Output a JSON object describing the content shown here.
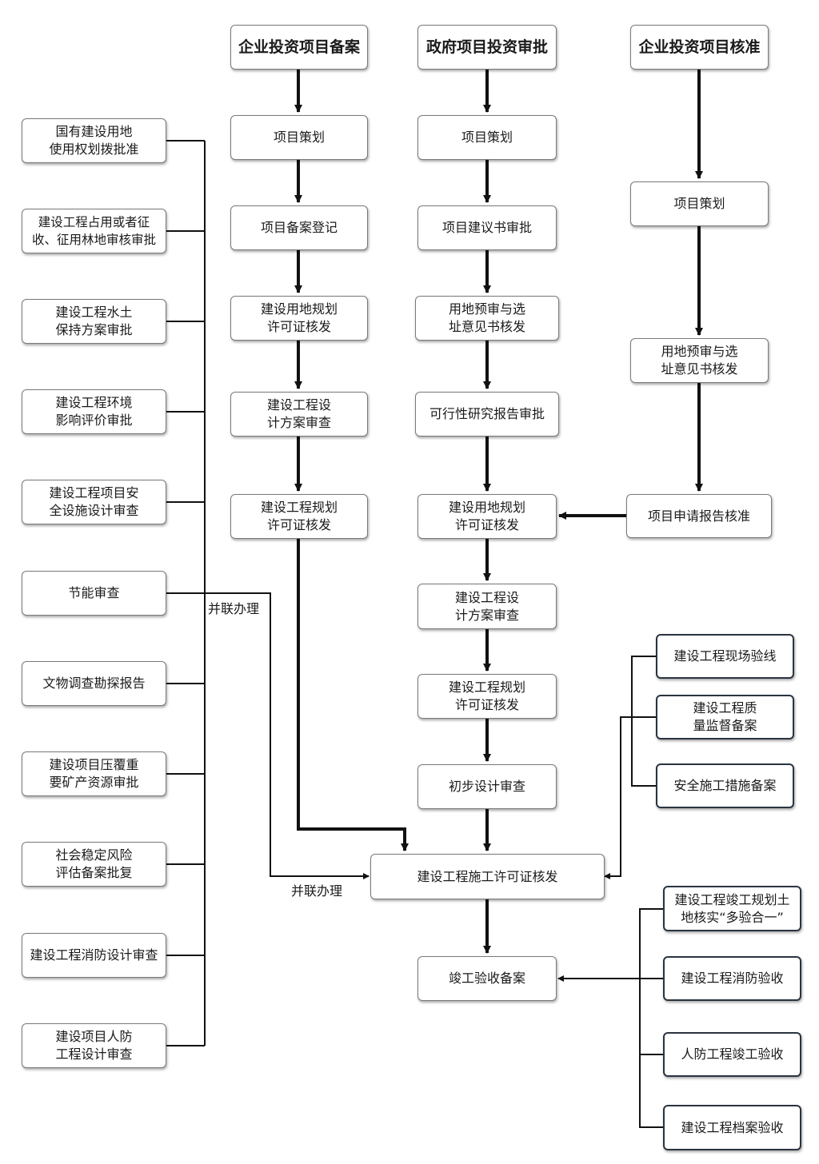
{
  "columns": {
    "filing": {
      "header": "企业投资项目备案",
      "steps": [
        "项目策划",
        "项目备案登记",
        "建设用地规划\n许可证核发",
        "建设工程设\n计方案审查",
        "建设工程规划\n许可证核发"
      ]
    },
    "government": {
      "header": "政府项目投资审批",
      "steps": [
        "项目策划",
        "项目建议书审批",
        "用地预审与选\n址意见书核发",
        "可行性研究报告审批",
        "建设用地规划\n许可证核发",
        "建设工程设\n计方案审查",
        "建设工程规划\n许可证核发",
        "初步设计审查"
      ]
    },
    "approval": {
      "header": "企业投资项目核准",
      "steps": [
        "项目策划",
        "用地预审与选\n址意见书核发",
        "项目申请报告核准"
      ]
    }
  },
  "center": {
    "permit": "建设工程施工许可证核发",
    "acceptance": "竣工验收备案"
  },
  "parallel_items": [
    "国有建设用地\n使用权划拨批准",
    "建设工程占用或者征\n收、征用林地审核审批",
    "建设工程水土\n保持方案审批",
    "建设工程环境\n影响评价审批",
    "建设工程项目安\n全设施设计审查",
    "节能审查",
    "文物调查勘探报告",
    "建设项目压覆重\n要矿产资源审批",
    "社会稳定风险\n评估备案批复",
    "建设工程消防设计审查",
    "建设项目人防\n工程设计审查"
  ],
  "parallel_labels": [
    "并联办理",
    "并联办理"
  ],
  "permit_prereqs": [
    "建设工程现场验线",
    "建设工程质\n量监督备案",
    "安全施工措施备案"
  ],
  "acceptance_items": [
    "建设工程竣工规划土\n地核实“多验合一”",
    "建设工程消防验收",
    "人防工程竣工验收",
    "建设工程档案验收"
  ]
}
